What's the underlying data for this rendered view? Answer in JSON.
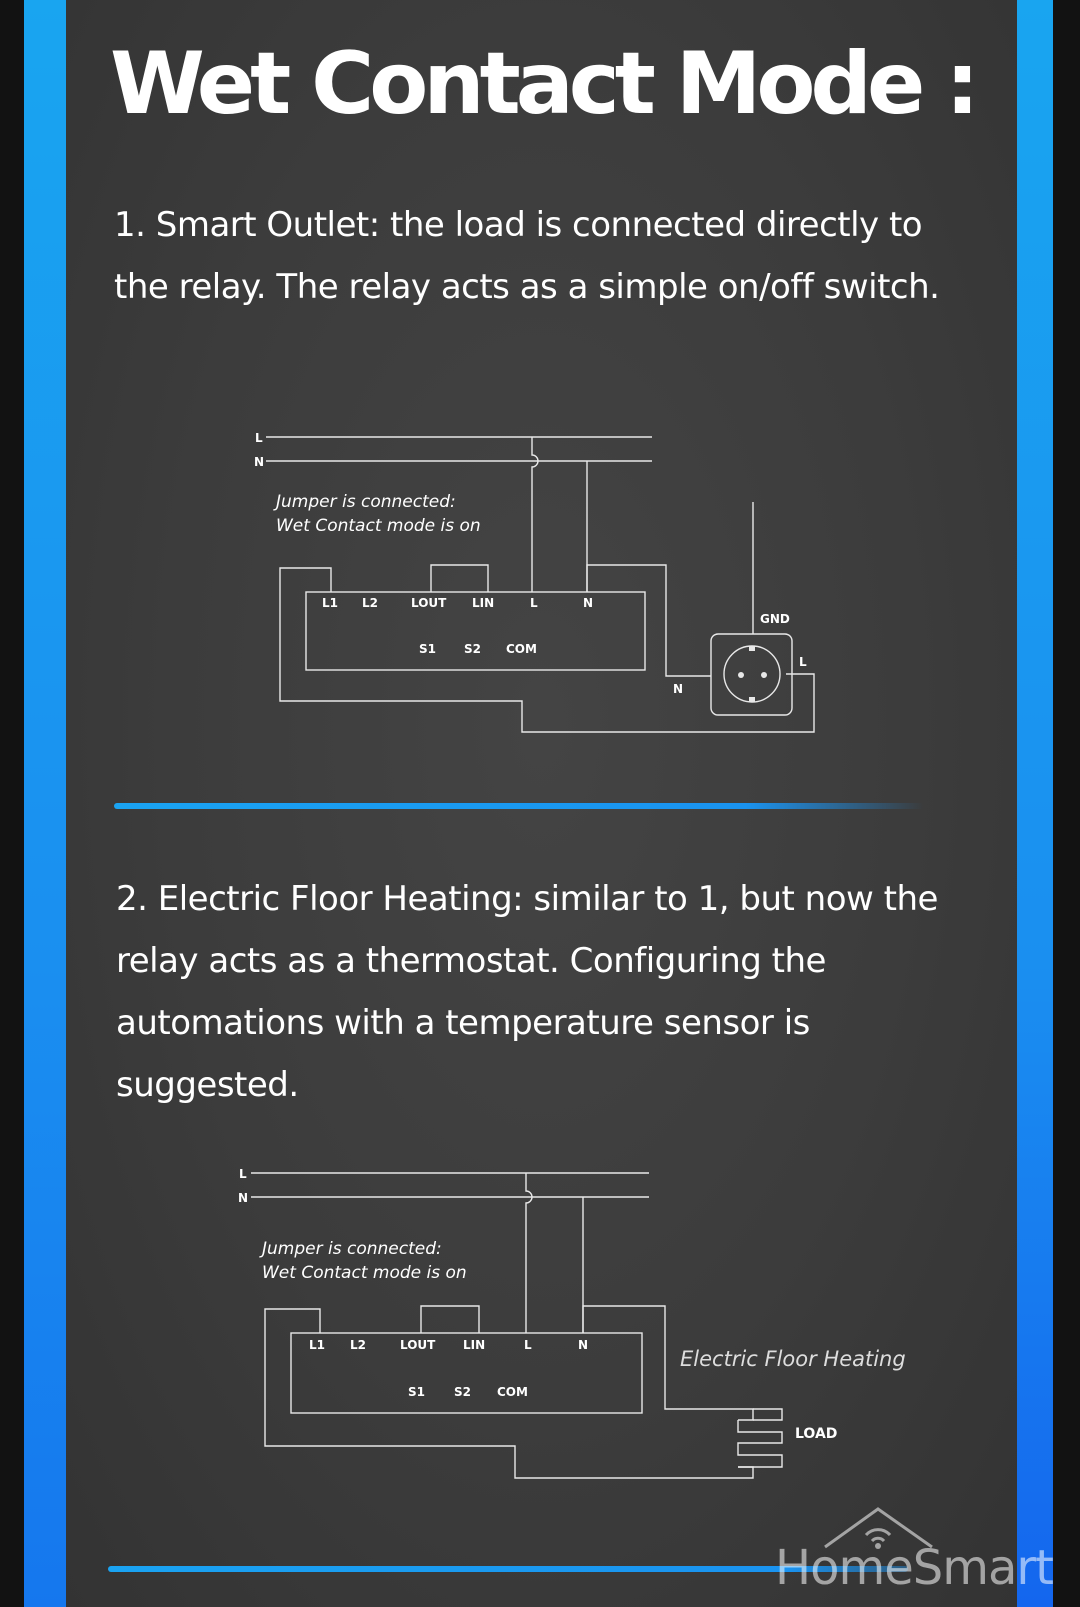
{
  "title": "Wet Contact Mode :",
  "section1": {
    "text": "1. Smart Outlet:  the load is connected directly to the relay. The relay acts as a simple on/off switch.",
    "line_l": "L",
    "line_n": "N",
    "note_line1": "Jumper is connected:",
    "note_line2": "Wet Contact mode is on",
    "terminals": [
      "L1",
      "L2",
      "LOUT",
      "LIN",
      "L",
      "N"
    ],
    "bottom_terminals": [
      "S1",
      "S2",
      "COM"
    ],
    "outlet_gnd": "GND",
    "outlet_l": "L",
    "outlet_n": "N"
  },
  "section2": {
    "text": "2. Electric Floor Heating: similar to 1, but now the relay acts as a thermostat. Configuring the automations with a temperature sensor is suggested.",
    "line_l": "L",
    "line_n": "N",
    "note_line1": "Jumper is connected:",
    "note_line2": "Wet Contact mode is on",
    "terminals": [
      "L1",
      "L2",
      "LOUT",
      "LIN",
      "L",
      "N"
    ],
    "bottom_terminals": [
      "S1",
      "S2",
      "COM"
    ],
    "load_title": "Electric Floor Heating",
    "load_label": "LOAD"
  },
  "logo": {
    "text": "HomeSmart",
    "icon": "house-wifi-icon"
  },
  "colors": {
    "accent": "#1a93f0",
    "panel": "#3c3c3c",
    "text": "#ffffff"
  }
}
